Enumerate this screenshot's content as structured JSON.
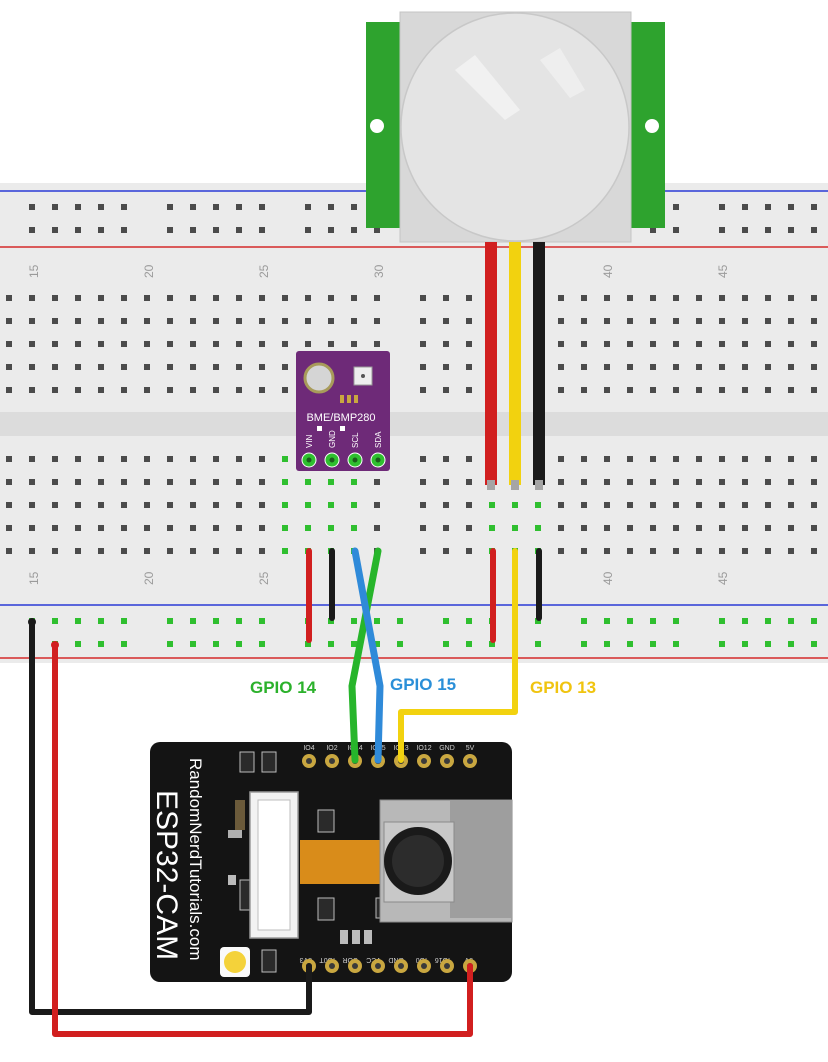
{
  "colors": {
    "breadboard": "#ebebeb",
    "breadboard_channel": "#dcdcdc",
    "rail_blue": "#2b3bd6",
    "rail_red": "#d42a2a",
    "hole": "#4b4b4b",
    "hole_active": "#2fbf2f",
    "pir_green": "#2ea32e",
    "pir_dome": "#e2e2e2",
    "bme_board": "#6e2a78",
    "esp_board": "#141414",
    "wire_red": "#d11f1f",
    "wire_black": "#1a1a1a",
    "wire_yellow": "#f2d20f",
    "wire_green": "#27b52b",
    "wire_blue": "#2f8ad9",
    "gpio14": "#2bb12b",
    "gpio15": "#2a8fd8",
    "gpio13": "#f0c40f"
  },
  "breadboard": {
    "column_numbers": [
      "15",
      "20",
      "25",
      "30",
      "40",
      "45"
    ]
  },
  "bme280": {
    "title": "BME/BMP280",
    "pins": [
      "VIN",
      "GND",
      "SCL",
      "SDA"
    ]
  },
  "esp32cam": {
    "brand": "RandomNerdTutorials.com",
    "model": "ESP32-CAM",
    "top_pins": [
      "IO4",
      "IO2",
      "IO14",
      "IO15",
      "IO13",
      "IO12",
      "GND",
      "5V"
    ],
    "bottom_pins": [
      "3V3",
      "IO0T",
      "UOR",
      "VCC",
      "GND",
      "IO0",
      "IO16",
      "5V"
    ]
  },
  "labels": {
    "gpio14": "GPIO 14",
    "gpio15": "GPIO 15",
    "gpio13": "GPIO 13"
  }
}
